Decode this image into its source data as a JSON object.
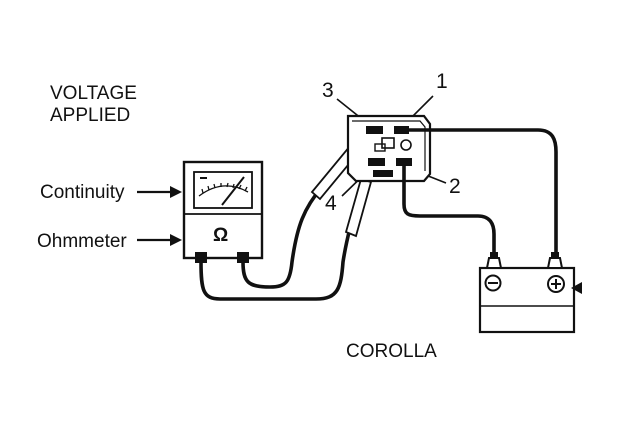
{
  "labels": {
    "voltage_line1": "VOLTAGE",
    "voltage_line2": "APPLIED",
    "continuity": "Continuity",
    "ohmmeter": "Ohmmeter",
    "model": "COROLLA"
  },
  "terminals": {
    "t1": "1",
    "t2": "2",
    "t3": "3",
    "t4": "4"
  },
  "meter": {
    "ohm_symbol": "Ω"
  },
  "battery": {
    "negative_symbol": "−",
    "positive_symbol": "+"
  },
  "colors": {
    "ink": "#111111",
    "background": "#ffffff"
  }
}
